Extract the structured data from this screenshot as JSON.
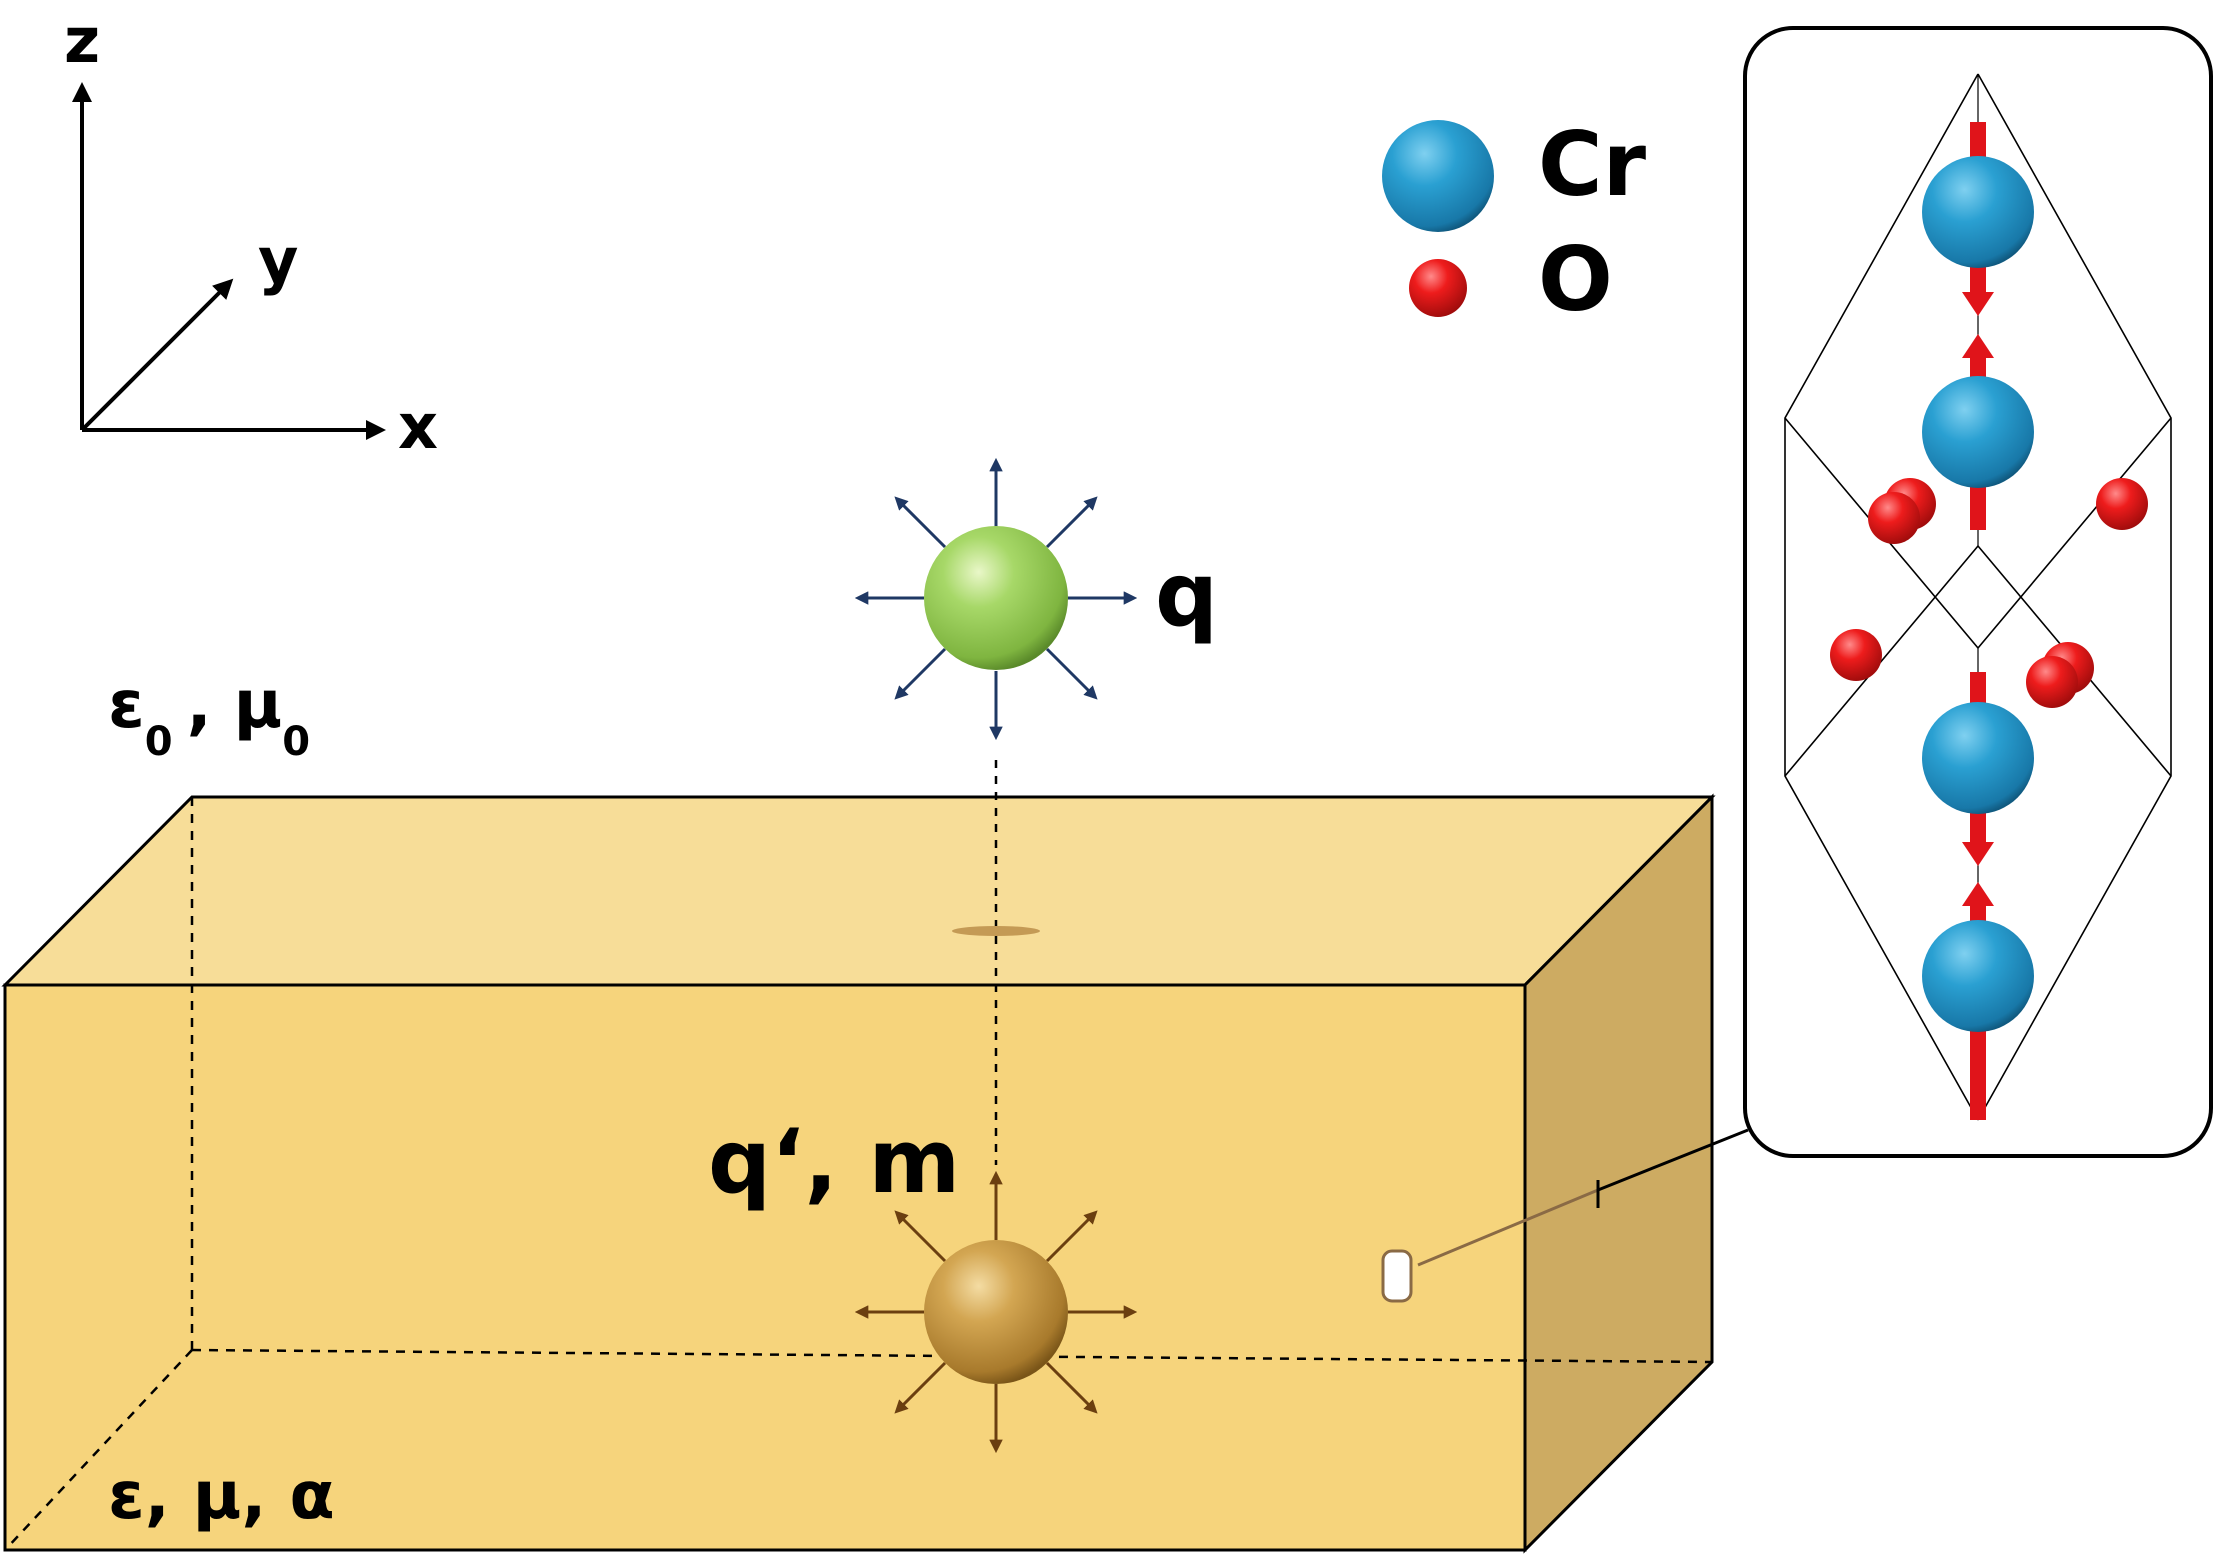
{
  "axes": {
    "x_label": "x",
    "y_label": "y",
    "z_label": "z"
  },
  "vacuum": {
    "eps": "ε",
    "eps_sub": "0",
    "sep": ",",
    "mu": "μ",
    "mu_sub": "0"
  },
  "medium": {
    "label": "ε, μ, α"
  },
  "charge": {
    "label": "q"
  },
  "image_charge": {
    "label": "q‘, m"
  },
  "legend": {
    "items": [
      {
        "label": "Cr",
        "color": "#1f95c8"
      },
      {
        "label": "O",
        "color": "#e0141a"
      }
    ]
  },
  "colors": {
    "slab_front": "#f6d47c",
    "slab_top": "#f7dd98",
    "slab_side": "#cdab62",
    "charge": "#95cc55",
    "image_charge": "#c9983f",
    "charge_arrows": "#1f3864",
    "image_arrows": "#6b3f10",
    "spin": "#e0141a"
  }
}
